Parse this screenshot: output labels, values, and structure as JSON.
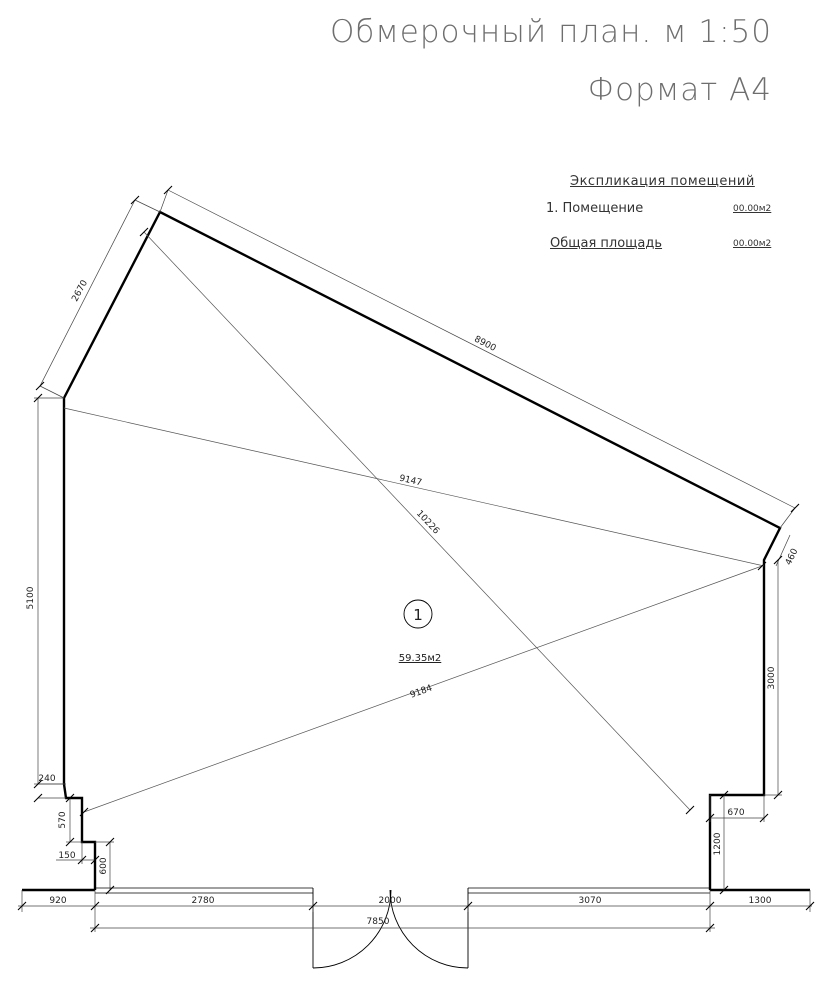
{
  "header": {
    "title": "Обмерочный план. м 1:50",
    "format": "Формат А4"
  },
  "explication": {
    "heading": "Экспликация помещений",
    "rows": [
      {
        "label": "1. Помещение",
        "area": "00.00м2"
      }
    ],
    "total_label": "Общая площадь",
    "total_area": "00.00м2"
  },
  "room": {
    "number": "1",
    "area": "59.35м2"
  },
  "dimensions": {
    "wall_top": "8900",
    "wall_top_left": "2670",
    "wall_left": "5100",
    "diag_1": "9147",
    "diag_2": "10226",
    "diag_3": "9184",
    "wall_right_slant": "460",
    "wall_right": "3000",
    "step_right_width": "670",
    "step_right_height": "1200",
    "step_left_width_1": "240",
    "step_left_height_1": "570",
    "step_left_width_2": "150",
    "step_left_height_2": "600",
    "bottom_left_outside": "920",
    "bottom_seg_1": "2780",
    "door_width": "2000",
    "bottom_seg_2": "3070",
    "bottom_right_outside": "1300",
    "bottom_total": "7850"
  }
}
